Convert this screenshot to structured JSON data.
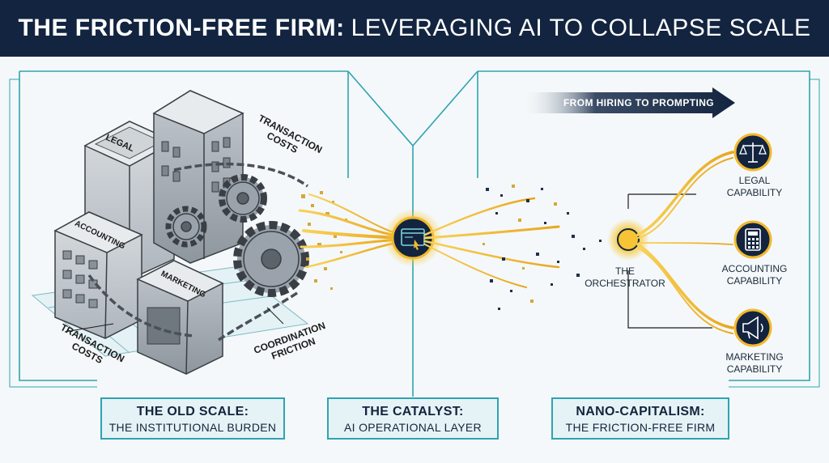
{
  "header": {
    "title_bold": "THE FRICTION-FREE FIRM:",
    "title_rest": "LEVERAGING AI TO COLLAPSE SCALE"
  },
  "left": {
    "buildings": {
      "legal": "LEGAL",
      "accounting": "ACCOUNTING",
      "marketing": "MARKETING"
    },
    "annotations": {
      "transaction_costs_top": "TRANSACTION COSTS",
      "transaction_costs_bottom": "TRANSACTION COSTS",
      "coordination_friction": "COORDINATION FRICTION"
    }
  },
  "right": {
    "banner": "FROM HIRING TO PROMPTING",
    "orchestrator": "THE ORCHESTRATOR",
    "capabilities": [
      {
        "label": "LEGAL CAPABILITY",
        "icon": "scales-icon"
      },
      {
        "label": "ACCOUNTING CAPABILITY",
        "icon": "calculator-icon"
      },
      {
        "label": "MARKETING CAPABILITY",
        "icon": "megaphone-icon"
      }
    ]
  },
  "footer": {
    "old_scale": {
      "title": "THE OLD SCALE:",
      "subtitle": "THE INSTITUTIONAL BURDEN"
    },
    "catalyst": {
      "title": "THE CATALYST:",
      "subtitle": "AI OPERATIONAL LAYER"
    },
    "nano": {
      "title": "NANO-CAPITALISM:",
      "subtitle": "THE FRICTION-FREE FIRM"
    }
  },
  "colors": {
    "navy": "#12243f",
    "teal": "#2fa3b0",
    "gold": "#f2b92c",
    "steel": "#9aa3ab"
  }
}
